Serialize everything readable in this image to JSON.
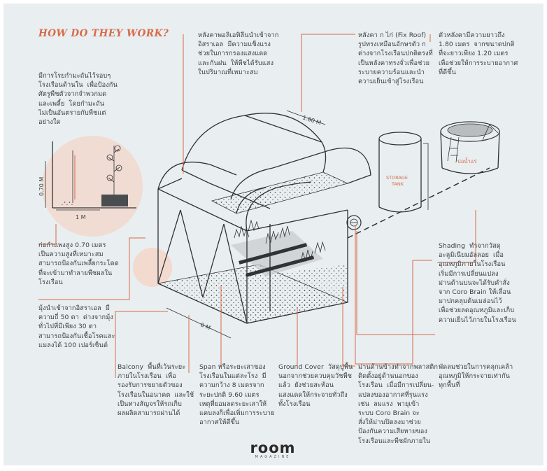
{
  "title": "HOW DO THEY WORK?",
  "logo": {
    "word": "room",
    "sub": "MAGAZINE"
  },
  "labels": {
    "height_dim": "0.70 M",
    "width_dim": "1 M",
    "roof_dim": "1.80 M",
    "span_dim": "8 M",
    "storage_tank": "STORAGE\nTANK",
    "pond": "บ่อน้ำแร่"
  },
  "notes": {
    "rail": "มีการโรยกำมะถันไว้รอบๆ\nโรงเรือนด้านใน  เพื่อป้องกัน\nศัตรูพืชตัวจากจำพวกมด\nและเพลี้ย  โดยกำมะถัน\nไม่เป็นอันตรายกับพืชแต่\nอย่างใด",
    "wall": "ก่อกำแพงสูง 0.70 เมตร\nเป็นความสูงที่เหมาะสม\nสามารถป้องกันเพลี้ยกระโดด\nที่จะเข้ามาทำลายพืชผลใน\nโรงเรือน",
    "net": "มุ้งนำเข้าจากอิสราเอล  มี\nความถี่ 50 ตา  ต่างจากมุ้ง\nทั่วไปที่มีเพียง 30 ตา\nสามารถป้องกันเชื้อโรคและ\nแมลงได้ 100 เปอร์เซ็นต์",
    "film": "หลังคาพอลิเอทิลีนนำเข้าจาก\nอิสราเอล  มีความแข็งแรง\nช่วยในการกรองแสงแดด\nและกันฝน  ให้พืชได้รับแสง\nในปริมาณที่เหมาะสม",
    "roof": "หลังคา ก ไก่ (Fix Roof)\nรูปทรงเหมือนอักษรตัว ก\nต่างจากโรงเรือนปกติตรงที่\nเป็นหลังคาทรงจั่วเพื่อช่วย\nระบายความร้อนและนำ\nความเย็นเข้าสู่โรงเรือน",
    "roof_height": "ตัวหลังคามีความยาวถึง\n1.80 เมตร  จากขนาดปกติ\nที่จะยาวเพียง 1.20 เมตร\nเพื่อช่วยให้การระบายอากาศ\nที่ดีขึ้น",
    "shading": "Shading  ทำจากวัสดุ\nอะลูมิเนียมอัลลอย  เมื่อ\nอุณหภูมิภายในโรงเรือน\nเริ่มมีการเปลี่ยนแปลง\nม่านด้านบนจะได้รับคำสั่ง\nจาก Coro Brain ให้เลื่อน\nมาปกคลุมต้นเมล่อนไว้\nเพื่อช่วยลดอุณหภูมิและเก็บ\nความเย็นไว้ภายในโรงเรือน",
    "fan": "พัดลมช่วยในการคลุกเคล้า\nอุณหภูมิให้กระจายเท่ากัน\nทุกพื้นที่",
    "balcony": "Balcony  พื้นที่เว้นระยะ\nภายในโรงเรือน  เพื่อ\nรองรับการขยายตัวของ\nโรงเรือนในอนาคต  และใช้\nเป็นทางสัญจรให้รถเก็บ\nผลผลิตสามารถผ่านได้",
    "span": "Span หรือระยะเสาของ\nโรงเรือนในแต่ละโรง  มี\nความกว้าง 8 เมตรจาก\nระยะปกติ 9.60 เมตร\nเหตุที่ยอมลดระยะเสาให้\nแคบลงก็เพื่อเพิ่มการระบาย\nอากาศให้ดีขึ้น",
    "ground": "Ground Cover  วัสดุปูพื้น\nนอกจากช่วยควบคุมวัชพืช\nแล้ว  ยังช่วยสะท้อน\nแสงแดดให้กระจายทั่วถึง\nทั้งโรงเรือน",
    "curtain": "ม่านด้านข้างทำจากพลาสติก\nติดตั้งอยู่ด้านนอกของ\nโรงเรือน  เมื่อมีการเปลี่ยน-\nแปลงของอากาศที่รุนแรง\nเช่น  ลมแรง  พายุเข้า\nระบบ Coro Brain จะ\nสั่งให้ม่านปิดลงมาช่วย\nป้องกันความเสียหายของ\nโรงเรือนและพืชผักภายใน"
  }
}
